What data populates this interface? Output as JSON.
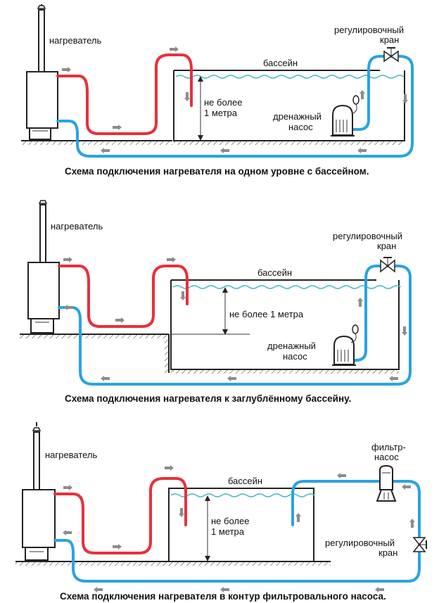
{
  "colors": {
    "hot_pipe": "#e8303c",
    "cold_pipe": "#2aa3e3",
    "water": "#3db9c8",
    "arrow": "#8c8c8c"
  },
  "schemes": [
    {
      "heater_label": "нагреватель",
      "pool_label": "бассейн",
      "depth_label_line1": "не более",
      "depth_label_line2": "1 метра",
      "valve_label_line1": "регулировочный",
      "valve_label_line2": "кран",
      "pump_label_line1": "дренажный",
      "pump_label_line2": "насос",
      "caption": "Схема подключения нагревателя на одном уровне с бассейном."
    },
    {
      "heater_label": "нагреватель",
      "pool_label": "бассейн",
      "depth_label": "не более 1 метра",
      "valve_label_line1": "регулировочный",
      "valve_label_line2": "кран",
      "pump_label_line1": "дренажный",
      "pump_label_line2": "насос",
      "caption": "Схема подключения нагревателя к заглублённому бассейну."
    },
    {
      "heater_label": "нагреватель",
      "pool_label": "бассейн",
      "depth_label_line1": "не более",
      "depth_label_line2": "1 метра",
      "filter_label_line1": "фильтр-",
      "filter_label_line2": "насос",
      "valve_label_line1": "регулировочный",
      "valve_label_line2": "кран",
      "caption": "Схема подключения нагревателя в контур фильтровального насоса."
    }
  ]
}
